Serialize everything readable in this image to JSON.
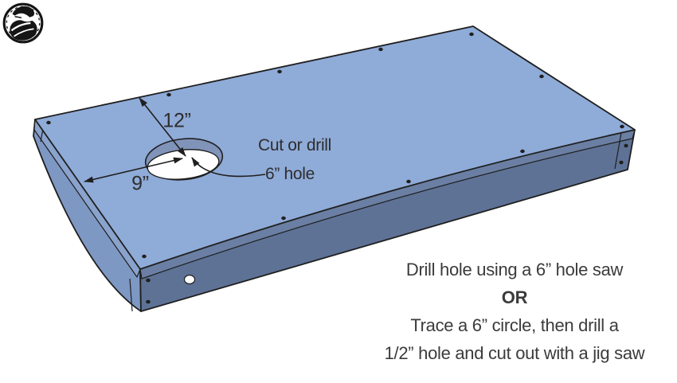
{
  "diagram": {
    "dimensions": {
      "hole_to_back_edge": "12”",
      "hole_to_left_edge": "9”"
    },
    "hole_callout": {
      "line1": "Cut or drill",
      "line2": "6” hole"
    },
    "instructions": {
      "option1": "Drill hole using a 6” hole saw",
      "separator": "OR",
      "option2_line1": "Trace a 6” circle, then drill a",
      "option2_line2": "1/2” hole and cut out with a jig saw"
    },
    "colors": {
      "background": "#ffffff",
      "board_top": "#8fabd8",
      "board_front": "#5e7296",
      "board_front_edge_strip": "#6a7fa3",
      "board_end": "#7e98c4",
      "board_end_edge_strip": "#8aa3cd",
      "hole_wall": "#8094ba",
      "hole_opening": "#ffffff",
      "outline": "#1f1f1f",
      "annotation_text": "#2d2d2d",
      "instruction_text": "#3b3b3b"
    }
  }
}
